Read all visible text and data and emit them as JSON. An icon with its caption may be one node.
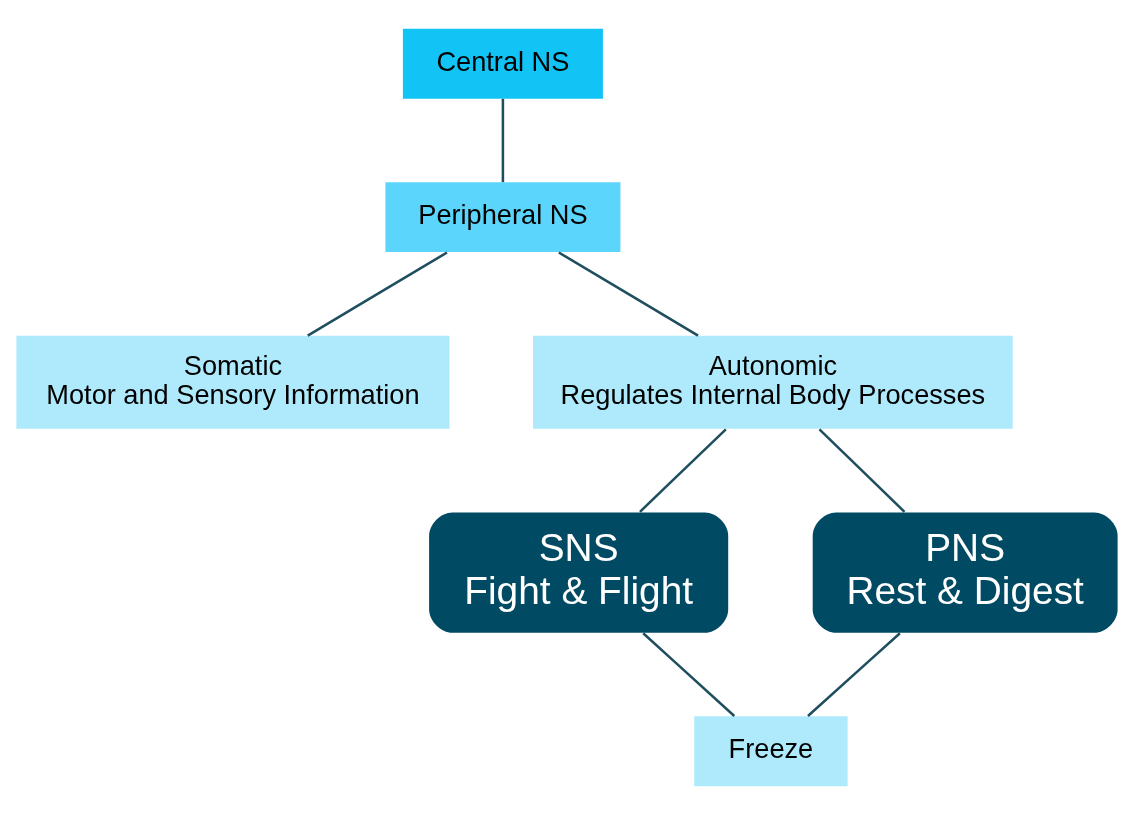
{
  "diagram": {
    "nodes": [
      {
        "text": [
          "Central NS"
        ]
      },
      {
        "text": [
          "Peripheral NS"
        ]
      },
      {
        "text": [
          "Somatic",
          "Motor and Sensory Information"
        ]
      },
      {
        "text": [
          "Autonomic",
          "Regulates Internal Body Processes"
        ]
      },
      {
        "text": [
          "SNS",
          "Fight & Flight"
        ]
      },
      {
        "text": [
          "PNS",
          "Rest & Digest"
        ]
      },
      {
        "text": [
          "Freeze"
        ]
      }
    ],
    "edges": [
      {
        "from": 0,
        "to": 1,
        "arrow": "none"
      },
      {
        "from": 1,
        "to": 2,
        "arrow": "none"
      },
      {
        "from": 1,
        "to": 3,
        "arrow": "none"
      },
      {
        "from": 3,
        "to": 4,
        "arrow": "none"
      },
      {
        "from": 3,
        "to": 5,
        "arrow": "none"
      },
      {
        "from": 4,
        "to": 6,
        "arrow": "none"
      },
      {
        "from": 5,
        "to": 6,
        "arrow": "none"
      }
    ]
  }
}
